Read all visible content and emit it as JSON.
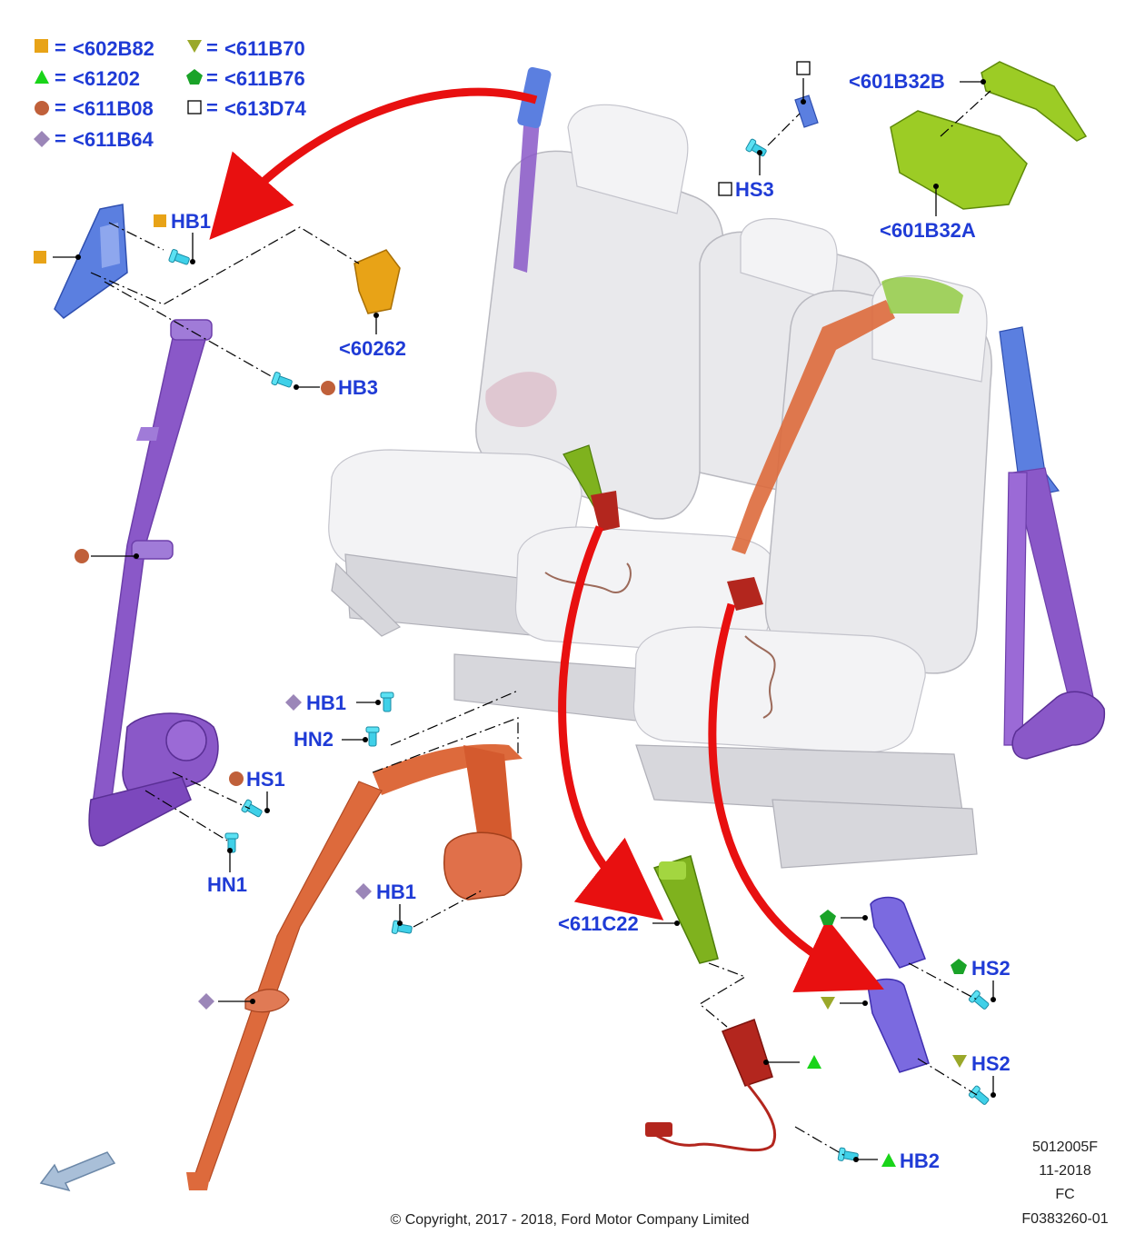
{
  "legend": [
    {
      "symbol": "square",
      "color": "#e8a317",
      "code": "<602B82"
    },
    {
      "symbol": "triangle-down",
      "color": "#9aa829",
      "code": "<611B70"
    },
    {
      "symbol": "triangle-up",
      "color": "#19d419",
      "code": "<61202"
    },
    {
      "symbol": "pentagon",
      "color": "#1aa328",
      "code": "<611B76"
    },
    {
      "symbol": "circle",
      "color": "#c0603a",
      "code": "<611B08"
    },
    {
      "symbol": "square-outline",
      "color": "#000000",
      "code": "<613D74"
    },
    {
      "symbol": "diamond",
      "color": "#9b86b8",
      "code": "<611B64"
    }
  ],
  "callouts": {
    "hb1_top": "HB1",
    "hb3": "HB3",
    "p60262": "<60262",
    "hs3": "HS3",
    "p601b32b": "<601B32B",
    "p601b32a": "<601B32A",
    "hs1": "HS1",
    "hn1": "HN1",
    "hb1_mid": "HB1",
    "hn2": "HN2",
    "hb1_low": "HB1",
    "p611c22": "<611C22",
    "hs2_a": "HS2",
    "hs2_b": "HS2",
    "hb2": "HB2"
  },
  "footer": {
    "doc_id": "5012005F",
    "date": "11-2018",
    "region": "FC",
    "figure_id": "F0383260-01",
    "copyright": "© Copyright, 2017 - 2018, Ford Motor Company Limited"
  },
  "colors": {
    "label_blue": "#1f3bd6",
    "belt_purple": "#8a58c8",
    "belt_orange": "#dd6a3c",
    "buckle_green": "#7fb21e",
    "buckle_red": "#b3261e",
    "arrow_red": "#e81010",
    "bolt_cyan": "#3fd0e8",
    "anchor_blue": "#5b7fe0",
    "cover_lime": "#9ccc25"
  }
}
